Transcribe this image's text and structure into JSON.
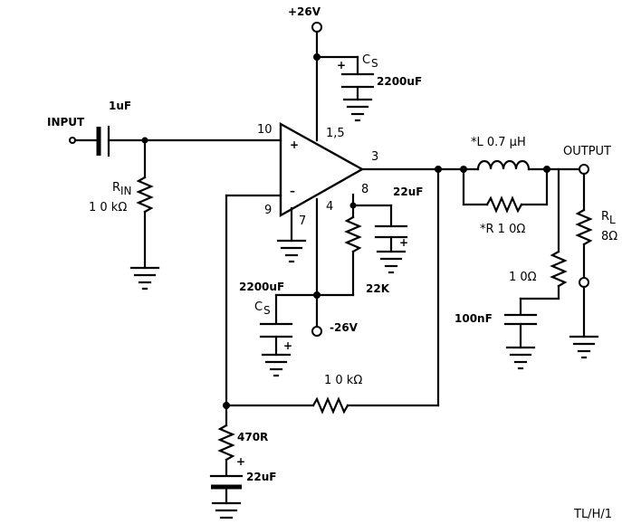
{
  "labels": {
    "vplus": "+26V",
    "vminus": "-26V",
    "cs_top_c": "C",
    "cs_top_s": "S",
    "cs_top_val": "2200uF",
    "cs_bot_c": "C",
    "cs_bot_s": "S",
    "cs_bot_val": "2200uF",
    "input": "INPUT",
    "c_in": "1uF",
    "rin_r": "R",
    "rin_sub": "IN",
    "rin_val": "1 0 kΩ",
    "pin10": "10",
    "pin15": "1,5",
    "pin3": "3",
    "pin8": "8",
    "pin9": "9",
    "pin7": "7",
    "pin4": "4",
    "plus": "+",
    "minus": "–",
    "c8": "22uF",
    "r22k": "22K",
    "inductor": "*L  0.7 μH",
    "rpar": "*R  1 0Ω",
    "output": "OUTPUT",
    "rl_r": "R",
    "rl_sub": "L",
    "rl_val": "8Ω",
    "rz": "1 0Ω",
    "cz": "100nF",
    "rfb": "1 0 kΩ",
    "r470": "470R",
    "c22": "22uF",
    "cplus": "+",
    "ref": "TL/H/1"
  }
}
